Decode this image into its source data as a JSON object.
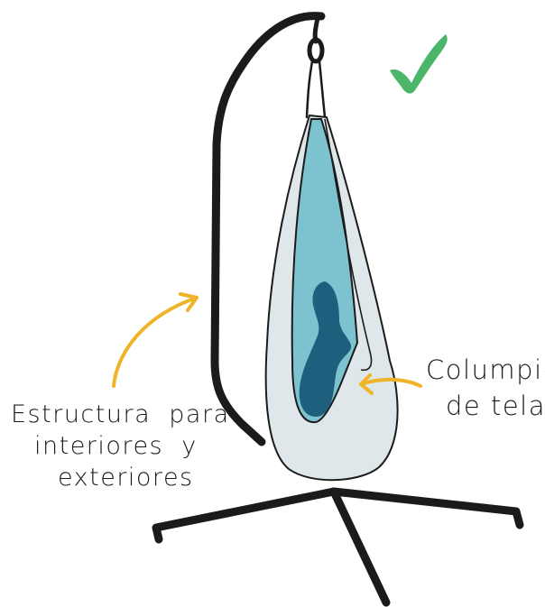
{
  "labels": {
    "structure": [
      "Estructura  para",
      "interiores  y",
      "exteriores"
    ],
    "swing": [
      "Columpio",
      "de tela"
    ]
  },
  "icons": {
    "checkmark": "check-icon",
    "person": "person-silhouette-icon"
  },
  "colors": {
    "frame": "#1b1b1b",
    "pod_outer": "#dfe7ea",
    "pod_inner": "#7cc3cf",
    "person": "#1f5f7e",
    "arrow": "#f0b429",
    "check": "#4bb56a"
  }
}
